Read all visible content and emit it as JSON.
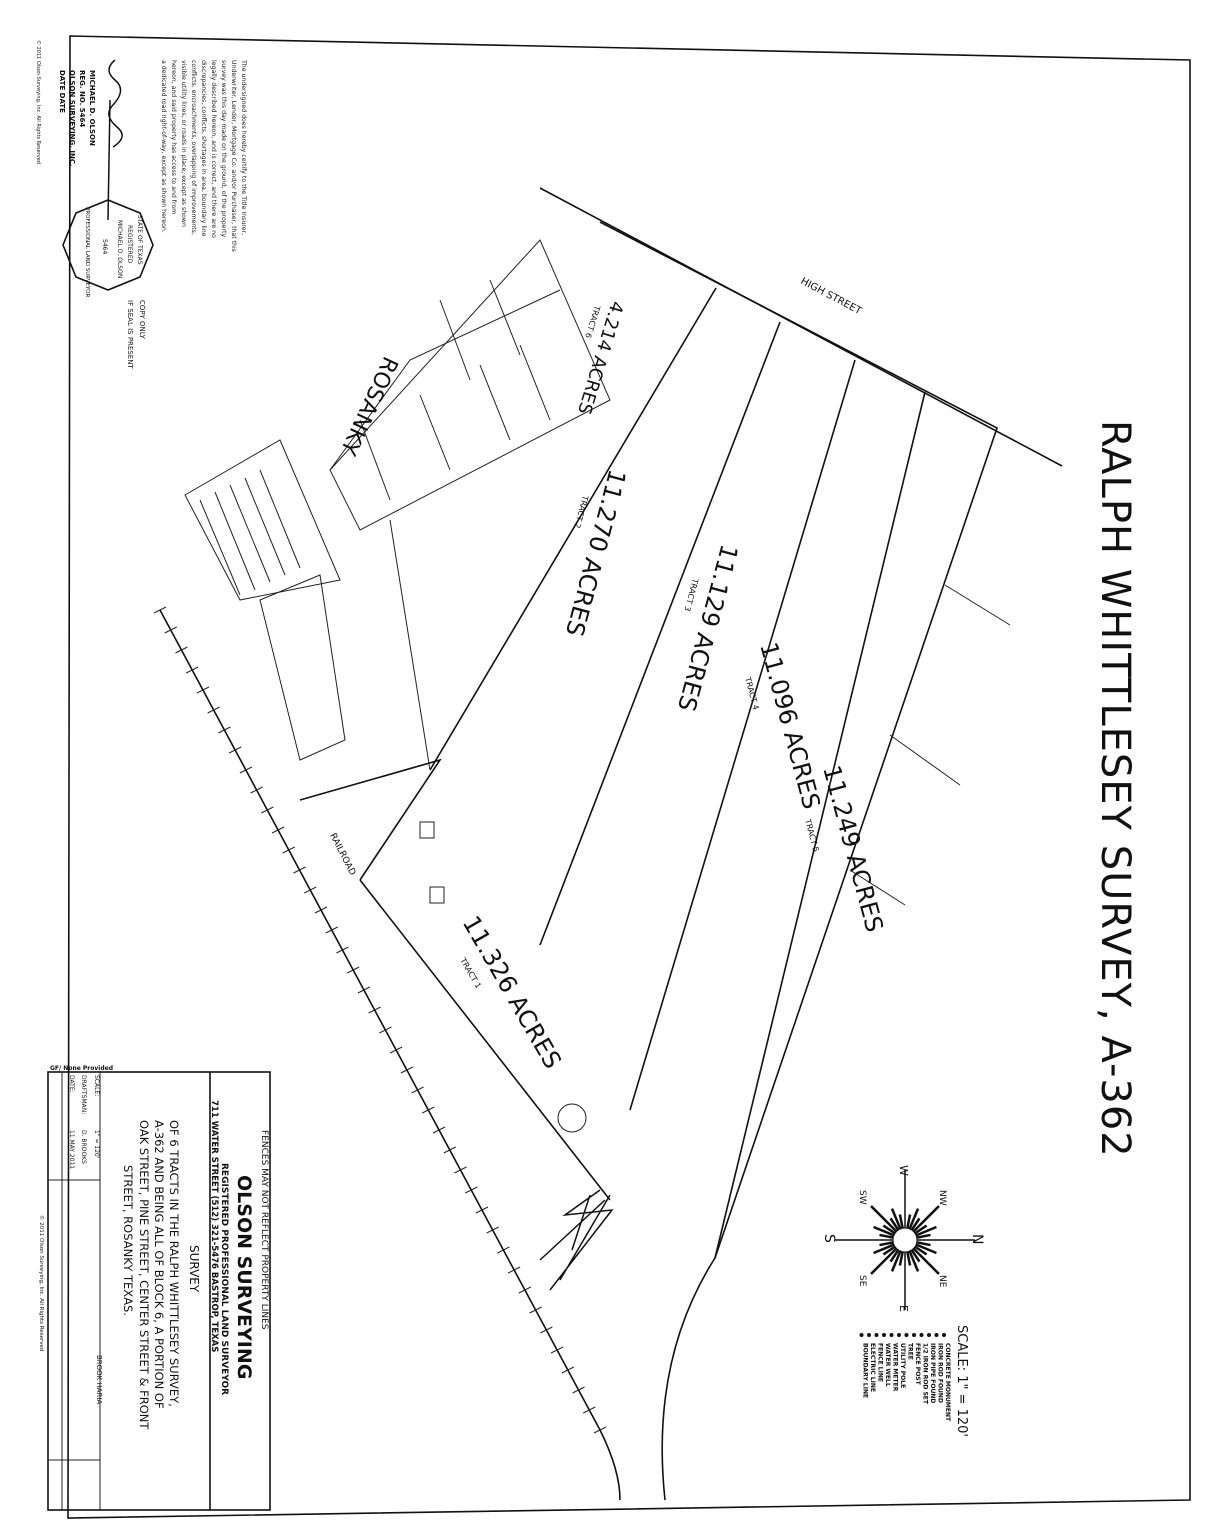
{
  "title": "RALPH WHITTLESEY SURVEY, A-362",
  "streets": {
    "high_street": "HIGH STREET",
    "rosanky": "ROSANKY",
    "railroad": "RAILROAD"
  },
  "tracts": [
    {
      "acres": "4.214 ACRES",
      "tract": "TRACT 6"
    },
    {
      "acres": "11.270 ACRES",
      "tract": "TRACT 2"
    },
    {
      "acres": "11.129 ACRES",
      "tract": "TRACT 3"
    },
    {
      "acres": "11.096 ACRES",
      "tract": "TRACT 4"
    },
    {
      "acres": "11.249 ACRES",
      "tract": "TRACT 5"
    },
    {
      "acres": "11.326 ACRES",
      "tract": "TRACT 1"
    }
  ],
  "scale": "SCALE: 1\" = 120'",
  "legend": [
    "CONCRETE MONUMENT",
    "IRON ROD FOUND",
    "IRON PIPE FOUND",
    "1/2 IRON ROD SET",
    "FENCE POST",
    "TREE",
    "UTILITY POLE",
    "WATER METER",
    "WATER WELL",
    "FENCE LINE",
    "ELECTRIC LINE",
    "BOUNDARY LINE"
  ],
  "compass": {
    "n": "N",
    "ne": "NE",
    "e": "E",
    "se": "SE",
    "s": "S",
    "sw": "SW",
    "w": "W",
    "nw": "NW"
  },
  "title_block": {
    "note": "FENCES MAY NOT REFLECT PROPERTY LINES",
    "company": "OLSON SURVEYING",
    "subtitle": "REGISTERED PROFESSIONAL LAND SURVEYOR",
    "address": "711 WATER STREET   (512) 321-5476   BASTROP, TEXAS",
    "heading": "SURVEY",
    "description": [
      "OF 6 TRACTS IN THE RALPH WHITTLESEY SURVEY,",
      "A-362 AND BEING ALL OF BLOCK 6, A PORTION OF",
      "OAK STREET, PINE STREET, CENTER STREET & FRONT",
      "STREET, ROSANKY TEXAS."
    ],
    "client": "BROOK HARIA",
    "scale_label": "SCALE:",
    "scale_value": "1\" = 120'",
    "drawn_label": "DRAFTSMAN:",
    "drawn_value": "D. BROOKS",
    "date_label": "DATE:",
    "date_value": "11 MAY 2011",
    "gf": "GF/ None Provided",
    "copyright": "© 2011 Olson Surveying, Inc.  All Rights Reserved"
  },
  "certification": {
    "text": [
      "The undersigned does hereby certify to the Title Insurer,",
      "Underwriter, Lender, Mortgage Co. and/or Purchaser, that this",
      "survey was this day made on the ground, of the property",
      "legally described hereon, and is correct, and there are no",
      "discrepancies, conflicts, shortages in area, boundary line",
      "conflicts, encroachments, overlapping of improvements,",
      "visible utility lines, or roads in place, except as shown",
      "hereon, and said property has access to and from",
      "a dedicated road right-of-way, except as shown hereon."
    ],
    "name": "MICHAEL D. OLSON",
    "reg": "REG. NO. 5464",
    "company": "OLSON SURVEYING, INC.",
    "date": "DATE DATE",
    "seal": [
      "STATE OF TEXAS",
      "REGISTERED",
      "MICHAEL D. OLSON",
      "5464",
      "PROFESSIONAL LAND SURVEYOR"
    ],
    "seal_note": [
      "COPY ONLY",
      "IF SEAL IS PRESENT"
    ],
    "copyright": "© 2011 Olson Surveying, Inc. All Rights Reserved"
  }
}
